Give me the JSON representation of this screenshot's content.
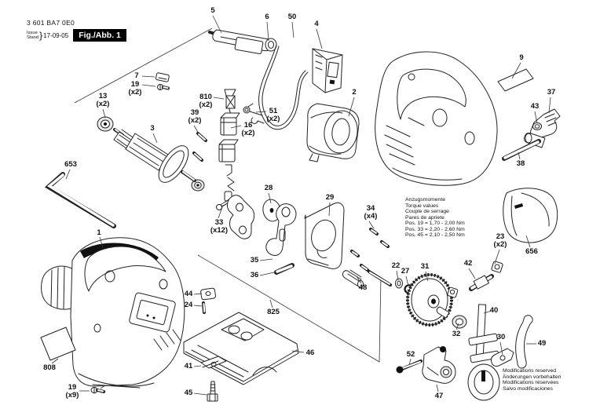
{
  "header": {
    "type_number": "3 601 BA7 0E0",
    "issue_word": "Issue",
    "stand_word": "Stand",
    "brace": "}",
    "date": "17-09-05",
    "figure_label": "Fig./Abb. 1"
  },
  "torque": {
    "lines": [
      "Anzugsmomente",
      "Torque values",
      "Couple de serrage",
      "Pares de apriete",
      "Pos. 19 = 1,70 - 2,00 Nm",
      "Pos. 33 = 2,20 - 2,60 Nm",
      "Pos. 45 = 2,10 - 2,50 Nm"
    ]
  },
  "modifications": {
    "lines": [
      "Modifications reserved",
      "Änderungen vorbehalten",
      "Modifications réservées",
      "Salvo modificaciones"
    ]
  },
  "labels": [
    {
      "num": "5",
      "qty": ""
    },
    {
      "num": "6",
      "qty": ""
    },
    {
      "num": "50",
      "qty": ""
    },
    {
      "num": "4",
      "qty": ""
    },
    {
      "num": "2",
      "qty": ""
    },
    {
      "num": "9",
      "qty": ""
    },
    {
      "num": "7",
      "qty": ""
    },
    {
      "num": "19",
      "qty": "(x2)"
    },
    {
      "num": "13",
      "qty": "(x2)"
    },
    {
      "num": "3",
      "qty": ""
    },
    {
      "num": "653",
      "qty": ""
    },
    {
      "num": "810",
      "qty": "(x2)"
    },
    {
      "num": "39",
      "qty": "(x2)"
    },
    {
      "num": "16",
      "qty": "(x2)"
    },
    {
      "num": "51",
      "qty": "(x2)"
    },
    {
      "num": "37",
      "qty": ""
    },
    {
      "num": "43",
      "qty": ""
    },
    {
      "num": "38",
      "qty": ""
    },
    {
      "num": "656",
      "qty": ""
    },
    {
      "num": "23",
      "qty": "(x2)"
    },
    {
      "num": "28",
      "qty": ""
    },
    {
      "num": "29",
      "qty": ""
    },
    {
      "num": "34",
      "qty": "(x4)"
    },
    {
      "num": "33",
      "qty": "(x12)"
    },
    {
      "num": "35",
      "qty": ""
    },
    {
      "num": "36",
      "qty": ""
    },
    {
      "num": "22",
      "qty": ""
    },
    {
      "num": "27",
      "qty": ""
    },
    {
      "num": "31",
      "qty": ""
    },
    {
      "num": "42",
      "qty": ""
    },
    {
      "num": "40",
      "qty": ""
    },
    {
      "num": "32",
      "qty": ""
    },
    {
      "num": "30",
      "qty": ""
    },
    {
      "num": "49",
      "qty": ""
    },
    {
      "num": "52",
      "qty": ""
    },
    {
      "num": "47",
      "qty": ""
    },
    {
      "num": "1",
      "qty": ""
    },
    {
      "num": "808",
      "qty": ""
    },
    {
      "num": "19",
      "qty": "(x9)"
    },
    {
      "num": "44",
      "qty": ""
    },
    {
      "num": "24",
      "qty": ""
    },
    {
      "num": "825",
      "qty": ""
    },
    {
      "num": "46",
      "qty": ""
    },
    {
      "num": "41",
      "qty": ""
    },
    {
      "num": "45",
      "qty": ""
    },
    {
      "num": "48",
      "qty": ""
    }
  ]
}
